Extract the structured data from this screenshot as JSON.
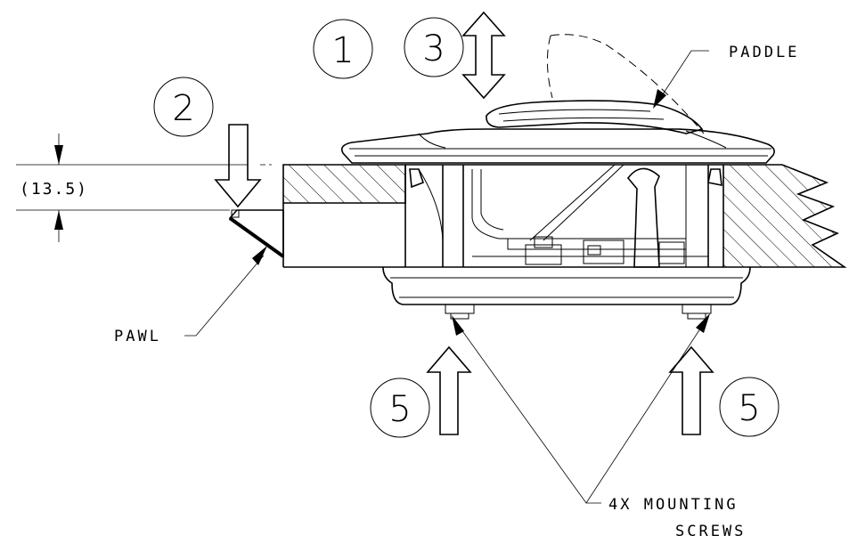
{
  "callouts": {
    "c1": "1",
    "c2": "2",
    "c3": "3",
    "c5_left": "5",
    "c5_right": "5"
  },
  "labels": {
    "paddle": "PADDLE",
    "pawl": "PAWL",
    "screws_line1": "4X MOUNTING",
    "screws_line2": "SCREWS"
  },
  "dimension": {
    "value_text": "(13.5)"
  }
}
